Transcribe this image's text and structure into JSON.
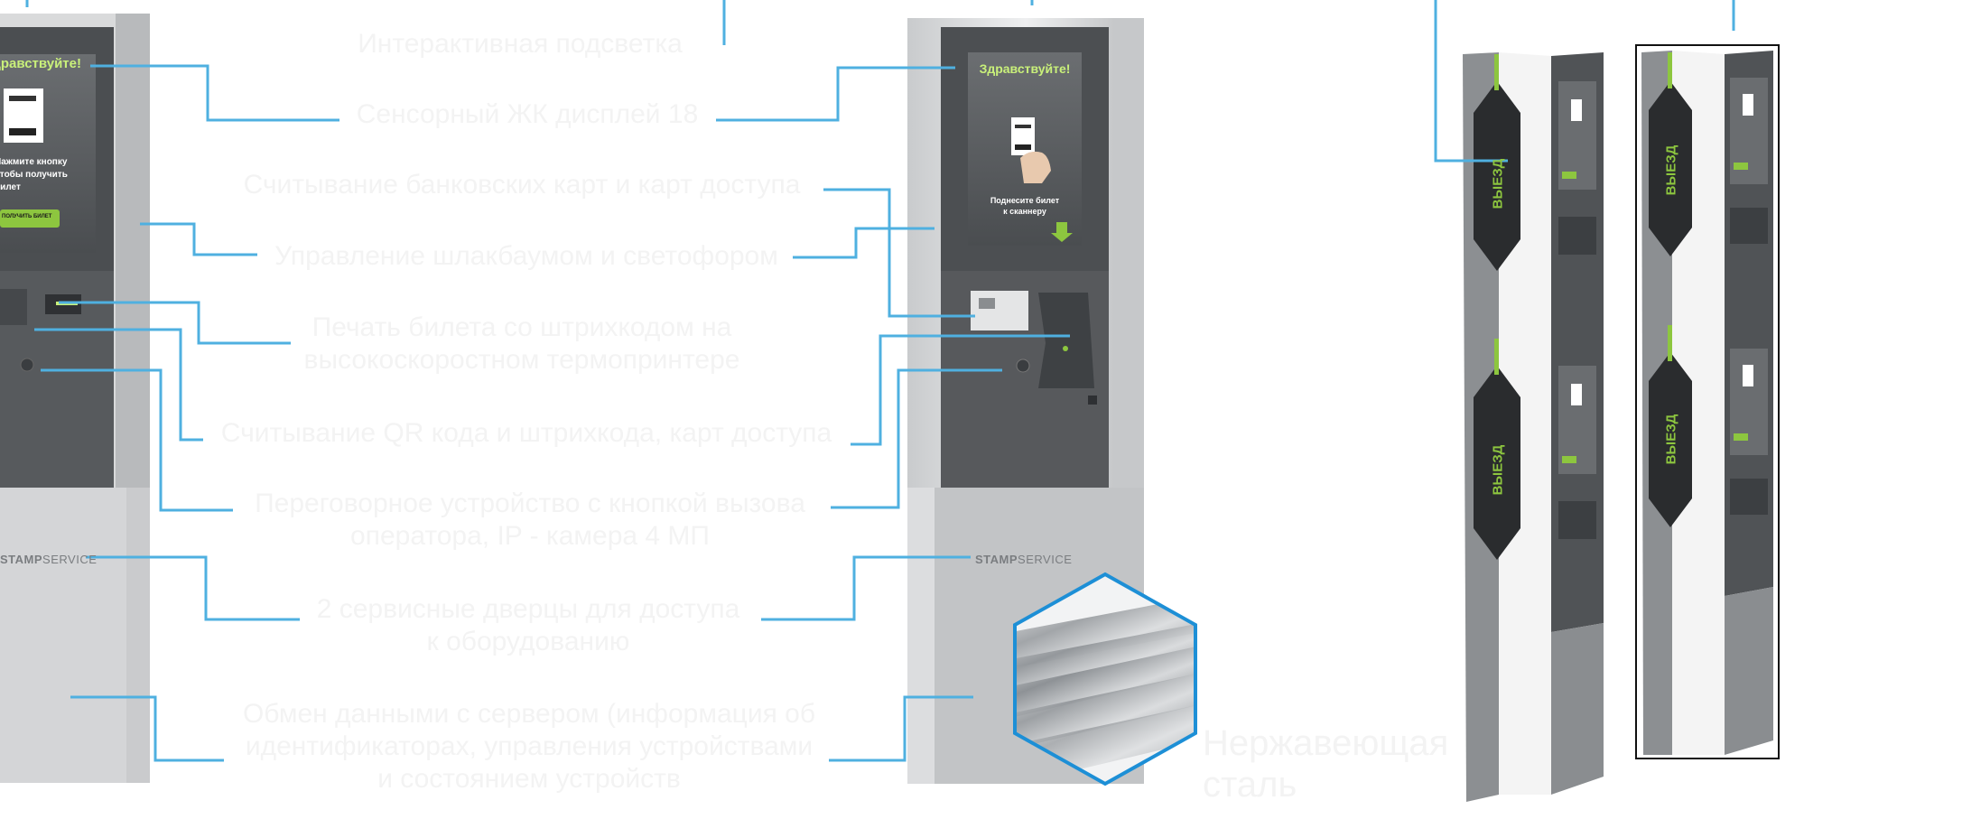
{
  "labels": {
    "backlight": "Интерактивная подсветка",
    "display": "Сенсорный ЖК дисплей 18",
    "bank_cards": "Считывание банковских карт  и карт доступа",
    "barrier": "Управление шлакбаумом и светофором",
    "ticket_print": [
      "Печать билета со штрихкодом на",
      "высокоскоростном термопринтере"
    ],
    "qr": "Считывание QR кода и штрихкода, карт доступа",
    "intercom": [
      "Переговорное устройство с кнопкой вызова",
      "оператора, IP - камера 4 МП"
    ],
    "doors": [
      "2 сервисные дверцы для доступа",
      "к оборудованию"
    ],
    "server": [
      "Обмен данными с сервером (информация об",
      "идентификаторах, управления устройствами",
      "и состоянием устройств"
    ]
  },
  "steel_label": [
    "Нержавеющая",
    "сталь"
  ],
  "left_kiosk": {
    "greeting": "Здравствуйте!",
    "prompt": [
      "Нажмите кнопку",
      "чтобы получить",
      "билет"
    ],
    "button": "ПОЛУЧИТЬ БИЛЕТ",
    "brand_bold": "STAMP",
    "brand_light": "SERVICE"
  },
  "center_kiosk": {
    "greeting": "Здравствуйте!",
    "prompt": [
      "Поднесите билет",
      "к сканнеру"
    ],
    "brand_bold": "STAMP",
    "brand_light": "SERVICE"
  },
  "pillar": {
    "sign": "ВЫЕЗД"
  },
  "colors": {
    "leader": "#4fb0e0",
    "accent": "#8dc63f",
    "hex_border": "#1d8fd6",
    "label_text": "#f3f3f3"
  }
}
